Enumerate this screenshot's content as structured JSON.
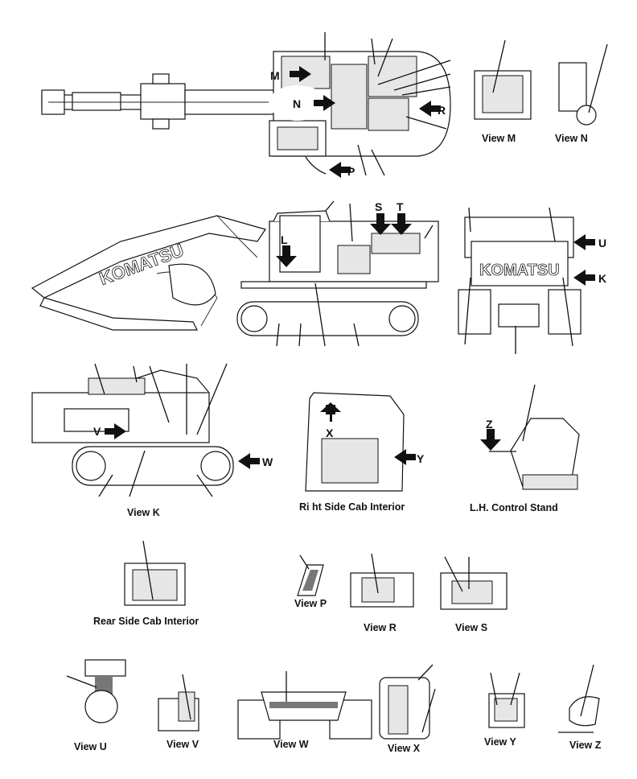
{
  "arrow_labels": {
    "M": "M",
    "N": "N",
    "P": "P",
    "R": "R",
    "S": "S",
    "T": "T",
    "L": "L",
    "U": "U",
    "K": "K",
    "V": "V",
    "W": "W",
    "X": "X",
    "Y": "Y",
    "Z": "Z"
  },
  "brand": "KOMATSU",
  "captions": {
    "view_m": "View M",
    "view_n": "View N",
    "view_k": "View K",
    "right_cab": "Ri   ht Side Cab Interior",
    "lh_control": "L.H. Control Stand",
    "rear_cab": "Rear Side Cab Interior",
    "view_p": "View P",
    "view_r": "View R",
    "view_s": "View S",
    "view_u": "View U",
    "view_v": "View V",
    "view_w": "View W",
    "view_x": "View X",
    "view_y": "View Y",
    "view_z": "View Z"
  },
  "colors": {
    "ink": "#111111",
    "paper": "#ffffff",
    "panel_fill": "#e6e6e6"
  }
}
